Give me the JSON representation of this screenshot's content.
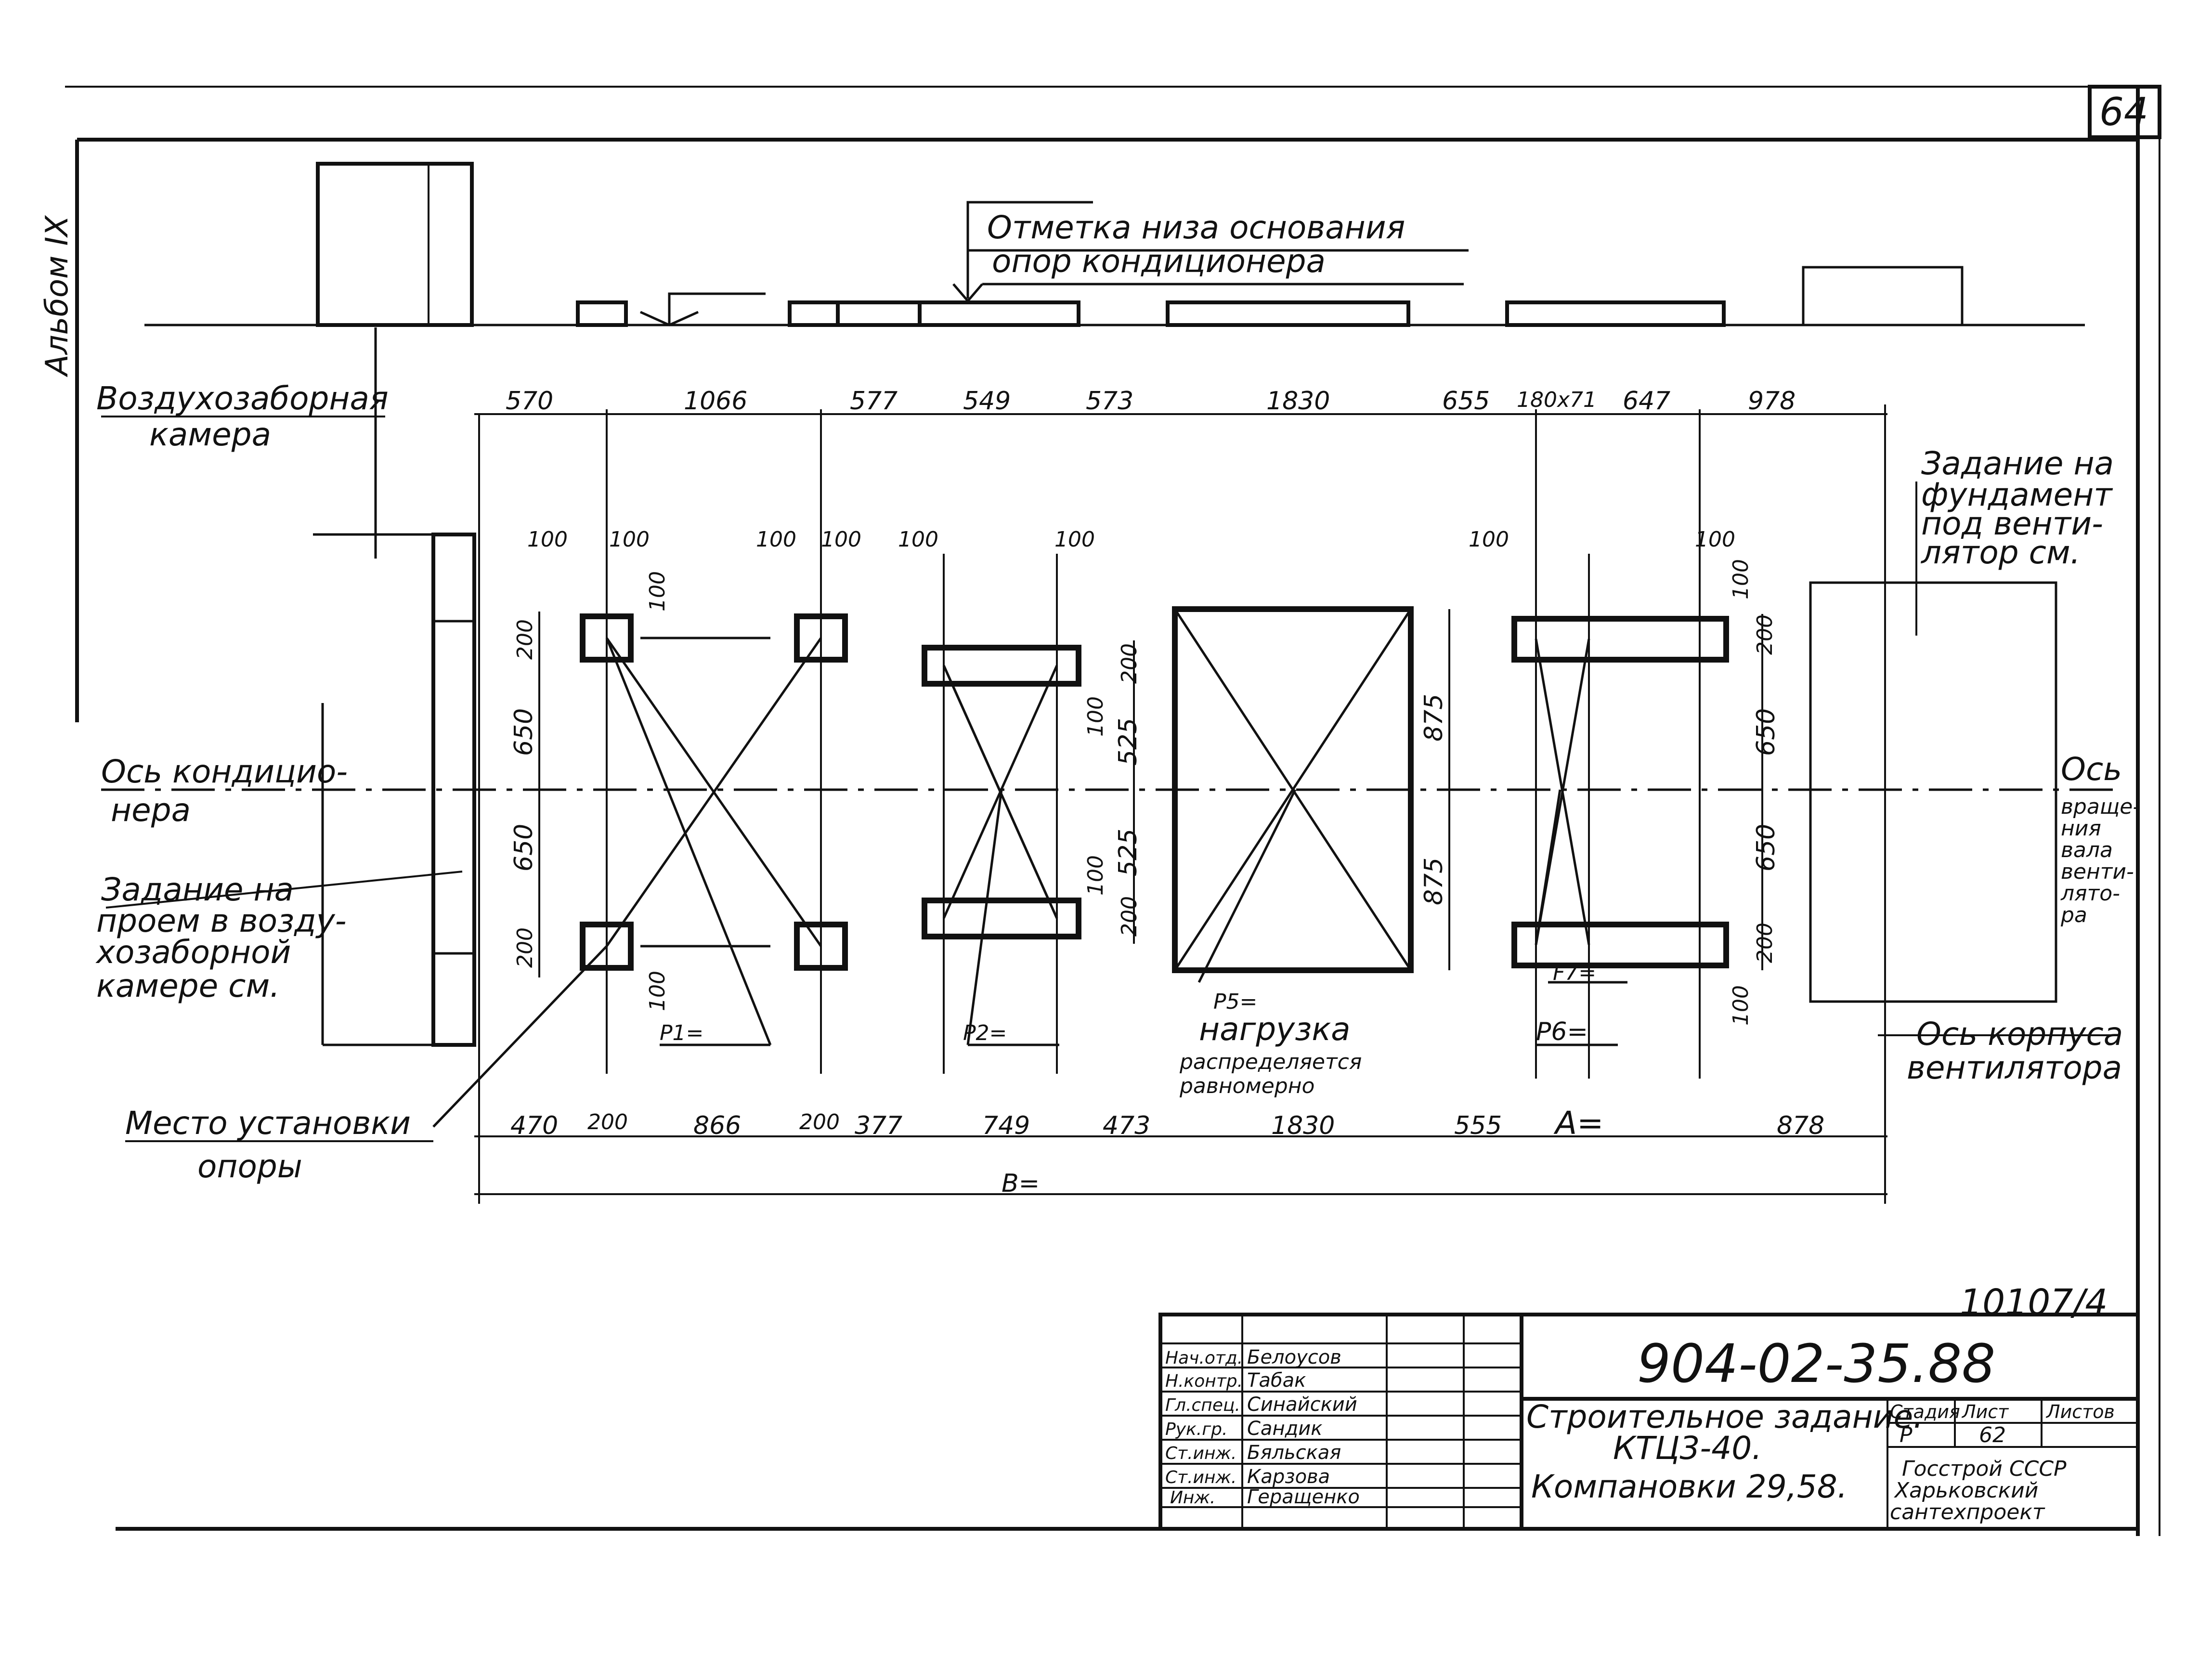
{
  "sheet_number": "64",
  "album_label": "Альбом IX",
  "top_note": [
    "Отметка низа основания",
    "опор кондиционера"
  ],
  "labels": {
    "air_intake": [
      "Воздухозаборная",
      "камера"
    ],
    "conditioner_axis": [
      "Ось кондицио-",
      "нера"
    ],
    "opening_task": [
      "Задание на",
      "проем в возду-",
      "хозаборной",
      "камере см."
    ],
    "support_place": [
      "Место установки",
      "опоры"
    ],
    "fan_foundation": [
      "Задание на",
      "фундамент",
      "под венти-",
      "лятор см."
    ],
    "fan_rotation_axis": [
      "Ось",
      "враще-",
      "ния",
      "вала",
      "венти-",
      "лято-",
      "ра"
    ],
    "fan_body_axis": [
      "Ось корпуса",
      "вентилятора"
    ],
    "p1": "P1=",
    "p2": "P2=",
    "p5": [
      "P5=",
      "нагрузка",
      "распределяется",
      "равномерно"
    ],
    "p6": "P6=",
    "p7": "F7=",
    "a_dim": "А=",
    "b_dim": "В="
  },
  "dims": {
    "top": [
      "570",
      "1066",
      "577",
      "549",
      "573",
      "1830",
      "655",
      "180х71",
      "647",
      "978"
    ],
    "bottom": [
      "470",
      "200",
      "866",
      "200",
      "377",
      "749",
      "473",
      "1830",
      "555",
      "878"
    ],
    "pads_100": [
      "100",
      "100",
      "100",
      "100",
      "100",
      "100",
      "100",
      "100"
    ],
    "vertical": {
      "v200a": "200",
      "v650a": "650",
      "v650b": "650",
      "v200b": "200",
      "v100a": "100",
      "v100b": "100",
      "v200c": "200",
      "v100c": "100",
      "v525a": "525",
      "v525b": "525",
      "v100d": "100",
      "v200d": "200",
      "v875a": "875",
      "v875b": "875",
      "v100e": "100",
      "v200e": "200",
      "v650c": "650",
      "v650d": "650",
      "v200f": "200",
      "v100f": "100"
    }
  },
  "doc_number": "10107/4",
  "title_block": {
    "code": "904-02-35.88",
    "name": [
      "Строительное задание.",
      "КТЦ3-40.",
      "Компановки 29,58."
    ],
    "stage_header": "Стадия",
    "sheet_header": "Лист",
    "sheets_header": "Листов",
    "stage": "Р",
    "sheet": "62",
    "org": [
      "Госстрой СССР",
      "Харьковский",
      "сантехпроект"
    ],
    "people": [
      {
        "role": "Нач.отд.",
        "name": "Белоусов"
      },
      {
        "role": "Н.контр.",
        "name": "Табак"
      },
      {
        "role": "Гл.спец.",
        "name": "Синайский"
      },
      {
        "role": "Рук.гр.",
        "name": "Сандик"
      },
      {
        "role": "Ст.инж.",
        "name": "Бяльская"
      },
      {
        "role": "Ст.инж.",
        "name": "Карзова"
      },
      {
        "role": "Инж.",
        "name": "Геращенко"
      }
    ]
  }
}
